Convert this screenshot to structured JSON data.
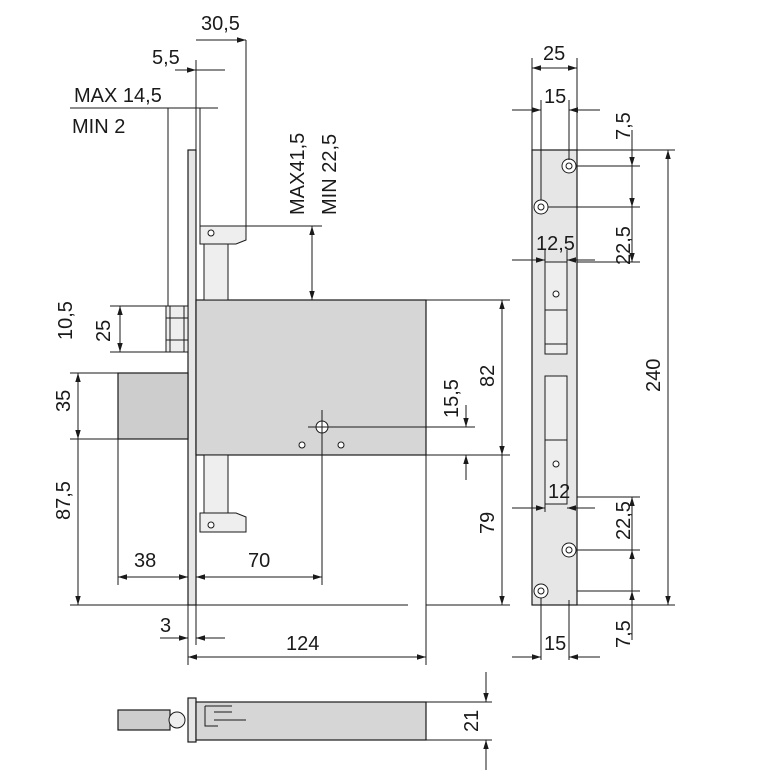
{
  "labels": {
    "d30_5": "30,5",
    "d5_5": "5,5",
    "max14_5": "MAX 14,5",
    "min2": "MIN 2",
    "max41_5": "MAX41,5",
    "min22_5": "MIN 22,5",
    "d10_5": "10,5",
    "d25_left": "25",
    "d35": "35",
    "d87_5": "87,5",
    "d38": "38",
    "d70": "70",
    "d3": "3",
    "d124": "124",
    "d15_5": "15,5",
    "d82": "82",
    "d79": "79",
    "d21": "21",
    "d25_top": "25",
    "d15_top": "15",
    "d7_5_top": "7,5",
    "d22_5_top": "22,5",
    "d12_5": "12,5",
    "d240": "240",
    "d12": "12",
    "d22_5_bottom": "22,5",
    "d15_bottom": "15",
    "d7_5_bottom": "7,5"
  }
}
